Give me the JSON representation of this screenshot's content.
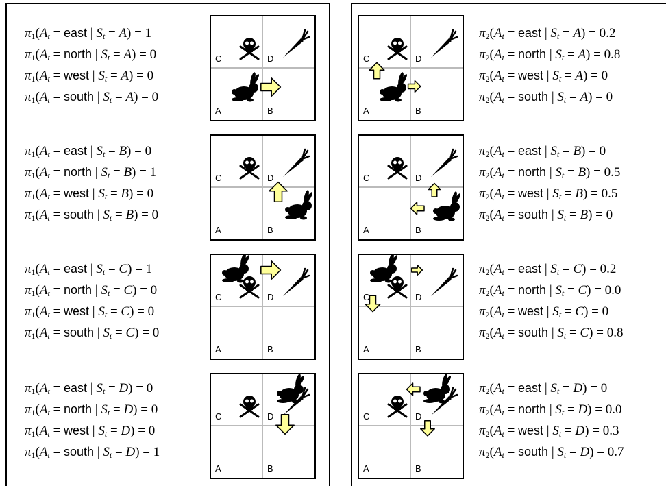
{
  "policies": {
    "pi1": {
      "symbol": "π",
      "index": "1",
      "blocks": [
        {
          "state": "A",
          "rows": [
            {
              "action": "east",
              "value": "1"
            },
            {
              "action": "north",
              "value": "0"
            },
            {
              "action": "west",
              "value": "0"
            },
            {
              "action": "south",
              "value": "0"
            }
          ]
        },
        {
          "state": "B",
          "rows": [
            {
              "action": "east",
              "value": "0"
            },
            {
              "action": "north",
              "value": "1"
            },
            {
              "action": "west",
              "value": "0"
            },
            {
              "action": "south",
              "value": "0"
            }
          ]
        },
        {
          "state": "C",
          "rows": [
            {
              "action": "east",
              "value": "1"
            },
            {
              "action": "north",
              "value": "0"
            },
            {
              "action": "west",
              "value": "0"
            },
            {
              "action": "south",
              "value": "0"
            }
          ]
        },
        {
          "state": "D",
          "rows": [
            {
              "action": "east",
              "value": "0"
            },
            {
              "action": "north",
              "value": "0"
            },
            {
              "action": "west",
              "value": "0"
            },
            {
              "action": "south",
              "value": "1"
            }
          ]
        }
      ]
    },
    "pi2": {
      "symbol": "π",
      "index": "2",
      "blocks": [
        {
          "state": "A",
          "rows": [
            {
              "action": "east",
              "value": "0.2"
            },
            {
              "action": "north",
              "value": "0.8"
            },
            {
              "action": "west",
              "value": "0"
            },
            {
              "action": "south",
              "value": "0"
            }
          ]
        },
        {
          "state": "B",
          "rows": [
            {
              "action": "east",
              "value": "0"
            },
            {
              "action": "north",
              "value": "0.5"
            },
            {
              "action": "west",
              "value": "0.5"
            },
            {
              "action": "south",
              "value": "0"
            }
          ]
        },
        {
          "state": "C",
          "rows": [
            {
              "action": "east",
              "value": "0.2"
            },
            {
              "action": "north",
              "value": "0.0"
            },
            {
              "action": "west",
              "value": "0"
            },
            {
              "action": "south",
              "value": "0.8"
            }
          ]
        },
        {
          "state": "D",
          "rows": [
            {
              "action": "east",
              "value": "0"
            },
            {
              "action": "north",
              "value": "0.0"
            },
            {
              "action": "west",
              "value": "0.3"
            },
            {
              "action": "south",
              "value": "0.7"
            }
          ]
        }
      ]
    }
  },
  "grid": {
    "cell_labels": [
      "C",
      "D",
      "A",
      "B"
    ],
    "icons": [
      "rabbit-icon",
      "skull-crossbones-icon",
      "carrot-icon",
      "arrow-icon"
    ],
    "arrow_fill": "#ffff99",
    "line_color": "#bbbbbb"
  }
}
